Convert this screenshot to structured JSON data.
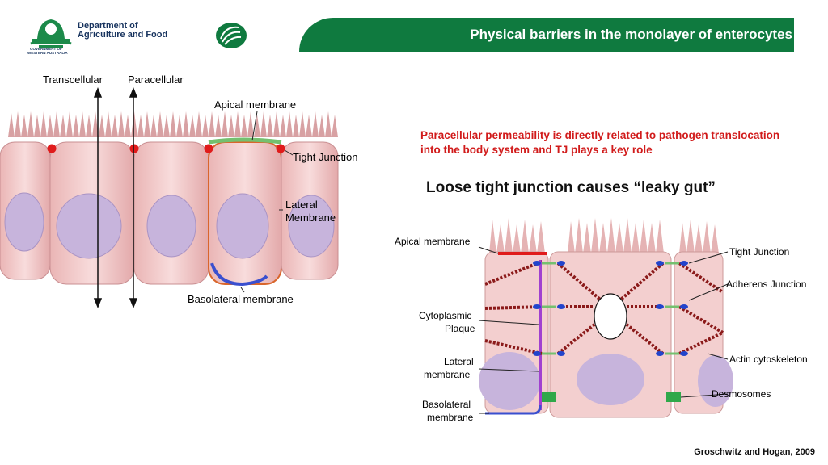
{
  "header": {
    "title": "Physical barriers in the monolayer of enterocytes",
    "bar_color": "#0f7a3f"
  },
  "logo": {
    "line1": "Department of",
    "line2": "Agriculture and Food",
    "sub1": "GOVERNMENT OF",
    "sub2": "WESTERN AUSTRALIA",
    "icon": "crest-icon",
    "swirl_icon": "swirl-logo-icon"
  },
  "left_diagram": {
    "arrow_labels": [
      "Transcellular",
      "Paracellular"
    ],
    "labels": {
      "apical": "Apical membrane",
      "tight_junction": "Tight Junction",
      "lateral": "Lateral\nMembrane",
      "lateral_1": "Lateral",
      "lateral_2": "Membrane",
      "basolateral": "Basolateral membrane"
    }
  },
  "notes": {
    "red_text": "Paracellular permeability is directly related to pathogen translocation into the body system and TJ plays a key role",
    "headline": "Loose tight junction causes “leaky gut”"
  },
  "right_diagram": {
    "left_labels": {
      "apical": "Apical membrane",
      "plaque_1": "Cytoplasmic",
      "plaque_2": "Plaque",
      "lateral_1": "Lateral",
      "lateral_2": "membrane",
      "baso_1": "Basolateral",
      "baso_2": "membrane"
    },
    "right_labels": {
      "tight_junction": "Tight Junction",
      "adherens": "Adherens Junction",
      "actin": "Actin cytoskeleton",
      "desmosomes": "Desmosomes"
    }
  },
  "citation": "Groschwitz and Hogan, 2009",
  "colors": {
    "red_note": "#d11b1b",
    "cell_fill": "#f3cfcf",
    "nucleus": "#c7b4dc",
    "apical_green": "#74c06f",
    "basolateral_blue": "#3a4fcf",
    "lateral_orange": "#d9662c"
  }
}
